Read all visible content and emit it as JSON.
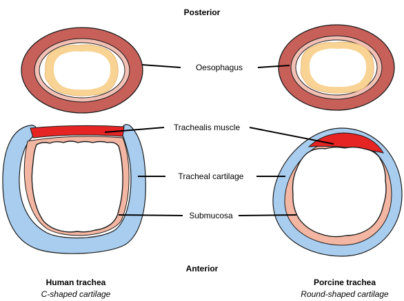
{
  "orientation": {
    "posterior": "Posterior",
    "anterior": "Anterior"
  },
  "labels": {
    "oesophagus": "Oesophagus",
    "trachealis": "Trachealis muscle",
    "cartilage": "Tracheal cartilage",
    "submucosa": "Submucosa"
  },
  "specimens": {
    "human": {
      "title": "Human trachea",
      "subtitle": "C-shaped cartilage"
    },
    "porcine": {
      "title": "Porcine trachea",
      "subtitle": "Round-shaped cartilage"
    }
  },
  "colors": {
    "oesophagus_outer": "#c8605a",
    "oesophagus_mid": "#f2c0b4",
    "oesophagus_inner": "#f8d394",
    "cartilage": "#a9cdef",
    "submucosa": "#f3b6a3",
    "muscle": "#e62424",
    "outline": "#1a1a1a"
  }
}
